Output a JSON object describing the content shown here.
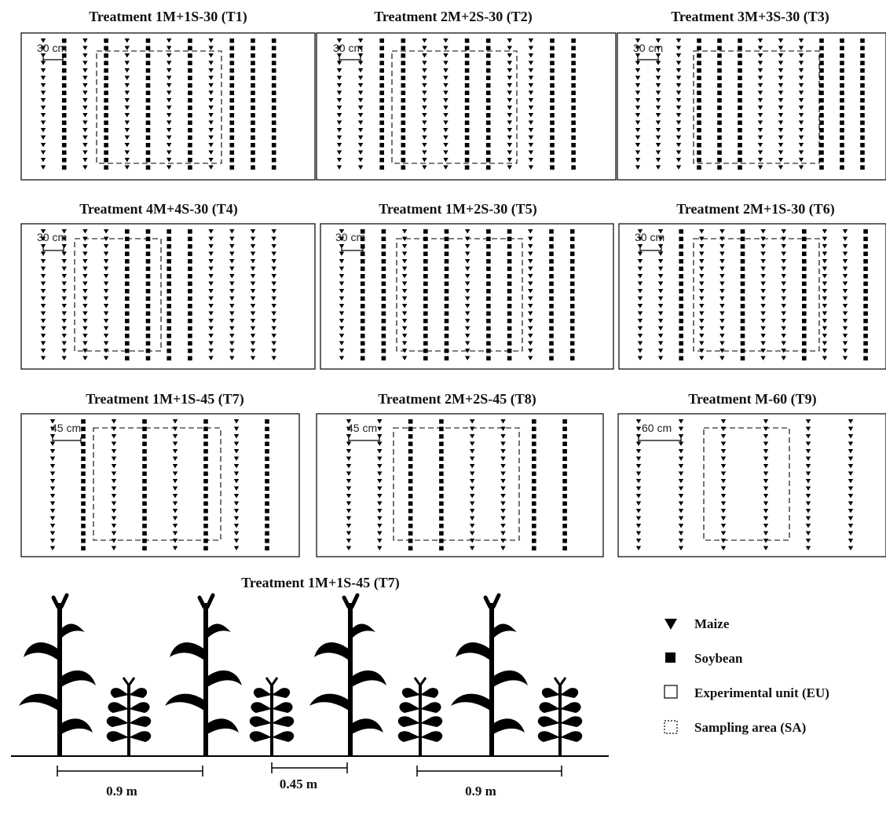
{
  "panels": [
    {
      "title": "Treatment 1M+1S-30 (T1)",
      "scale": "30 cm",
      "rows": "MSMSMSMSMSSS"
    },
    {
      "title": "Treatment 2M+2S-30 (T2)",
      "scale": "30 cm",
      "rows": "MMSSMMSSMMSS"
    },
    {
      "title": "Treatment 3M+3S-30 (T3)",
      "scale": "30 cm",
      "rows": "MMMSSSMMMSSS"
    },
    {
      "title": "Treatment 4M+4S-30 (T4)",
      "scale": "30 cm",
      "rows": "MMMMSSSSMMMM"
    },
    {
      "title": "Treatment 1M+2S-30 (T5)",
      "scale": "30 cm",
      "rows": "MSSMSSMSSMSS"
    },
    {
      "title": "Treatment 2M+1S-30 (T6)",
      "scale": "30 cm",
      "rows": "MMSMMSMMSMMS"
    },
    {
      "title": "Treatment 1M+1S-45 (T7)",
      "scale": "45 cm",
      "rows": "MSMSMSMS"
    },
    {
      "title": "Treatment 2M+2S-45 (T8)",
      "scale": "45 cm",
      "rows": "MMSSMMSS"
    },
    {
      "title": "Treatment M-60 (T9)",
      "scale": "60 cm",
      "rows": "MMMMMM"
    }
  ],
  "bottom": {
    "title": "Treatment 1M+1S-45 (T7)",
    "dimensions": [
      "0.9 m",
      "0.45 m",
      "0.9 m"
    ]
  },
  "legend": [
    {
      "symbol": "maize",
      "label": "Maize"
    },
    {
      "symbol": "soybean",
      "label": "Soybean"
    },
    {
      "symbol": "experimental-unit",
      "label": "Experimental unit (EU)"
    },
    {
      "symbol": "sampling-area",
      "label": "Sampling area (SA)"
    }
  ]
}
